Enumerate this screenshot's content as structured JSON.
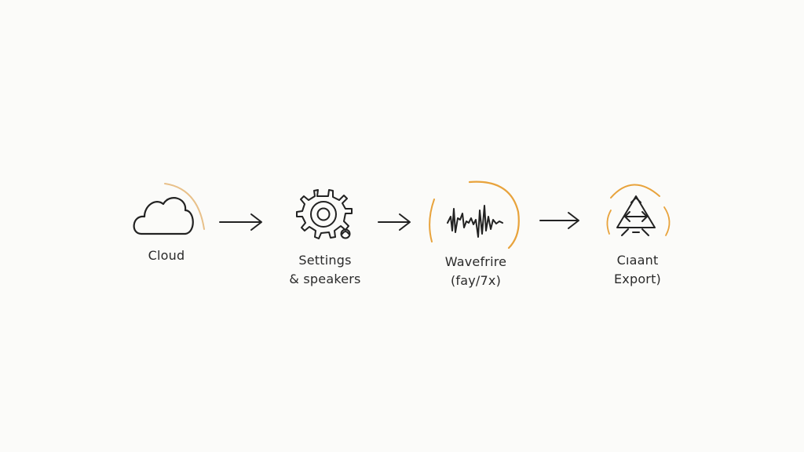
{
  "diagram": {
    "accent_color": "#e8a33c",
    "ink_color": "#222222",
    "steps": [
      {
        "icon": "cloud-icon",
        "lines": [
          "Cloud"
        ]
      },
      {
        "icon": "gear-icon",
        "lines": [
          "Settings",
          "& speakers"
        ]
      },
      {
        "icon": "waveform-icon",
        "lines": [
          "Wavefrire",
          "(fay/7x)"
        ]
      },
      {
        "icon": "triangle-export-icon",
        "lines": [
          "Cıaant",
          "Export)"
        ]
      }
    ]
  }
}
